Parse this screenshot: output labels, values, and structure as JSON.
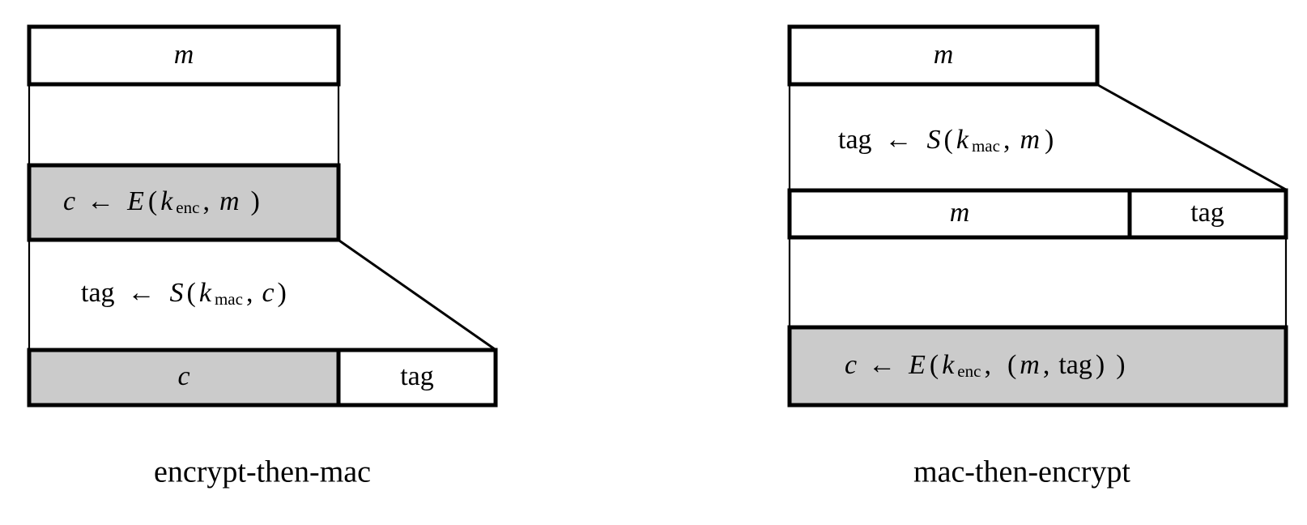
{
  "figure": {
    "title_left": "encrypt-then-mac",
    "title_right": "mac-then-encrypt",
    "colors": {
      "stroke": "#000000",
      "gray_fill": "#cbcbcb",
      "white_fill": "#ffffff",
      "background": "#ffffff"
    }
  },
  "left_diagram": {
    "name": "encrypt-then-mac",
    "caption": "encrypt-then-mac",
    "rows": [
      {
        "id": "plaintext",
        "label": "m",
        "fill": "white",
        "segments": [
          {
            "text": "m",
            "fill": "white"
          }
        ]
      },
      {
        "id": "encrypt-step",
        "label": "c ← E(k_enc, m )",
        "fill": "gray",
        "formula": {
          "lhs": "c",
          "arrow": "←",
          "fn": "E",
          "open": "(",
          "key": "k",
          "key_sub": "enc",
          "comma": ",",
          "arg": "m",
          "close": ")"
        }
      },
      {
        "id": "mac-step",
        "label": "tag ← S(k_mac, c)",
        "fill": "white",
        "formula": {
          "lhs": "tag",
          "arrow": "←",
          "fn": "S",
          "open": "(",
          "key": "k",
          "key_sub": "mac",
          "comma": ",",
          "arg": "c",
          "close": ")"
        }
      },
      {
        "id": "output",
        "label": "c | tag",
        "segments": [
          {
            "text": "c",
            "fill": "gray"
          },
          {
            "text": "tag",
            "fill": "white"
          }
        ]
      }
    ]
  },
  "right_diagram": {
    "name": "mac-then-encrypt",
    "caption": "mac-then-encrypt",
    "rows": [
      {
        "id": "plaintext",
        "label": "m",
        "fill": "white",
        "segments": [
          {
            "text": "m",
            "fill": "white"
          }
        ]
      },
      {
        "id": "mac-step",
        "label": "tag ← S(k_mac, m)",
        "fill": "white",
        "formula": {
          "lhs": "tag",
          "arrow": "←",
          "fn": "S",
          "open": "(",
          "key": "k",
          "key_sub": "mac",
          "comma": ",",
          "arg": "m",
          "close": ")"
        }
      },
      {
        "id": "message-with-tag",
        "label": "m | tag",
        "segments": [
          {
            "text": "m",
            "fill": "white"
          },
          {
            "text": "tag",
            "fill": "white"
          }
        ]
      },
      {
        "id": "encrypt-step",
        "label": "c ← E(k_enc,  (m, tag) )",
        "fill": "gray",
        "formula": {
          "lhs": "c",
          "arrow": "←",
          "fn": "E",
          "open": "(",
          "key": "k",
          "key_sub": "enc",
          "comma": ",",
          "arg_open": "(",
          "arg_a": "m",
          "arg_comma": ",",
          "arg_b": "tag",
          "arg_close": ")",
          "close": ")"
        }
      }
    ]
  }
}
